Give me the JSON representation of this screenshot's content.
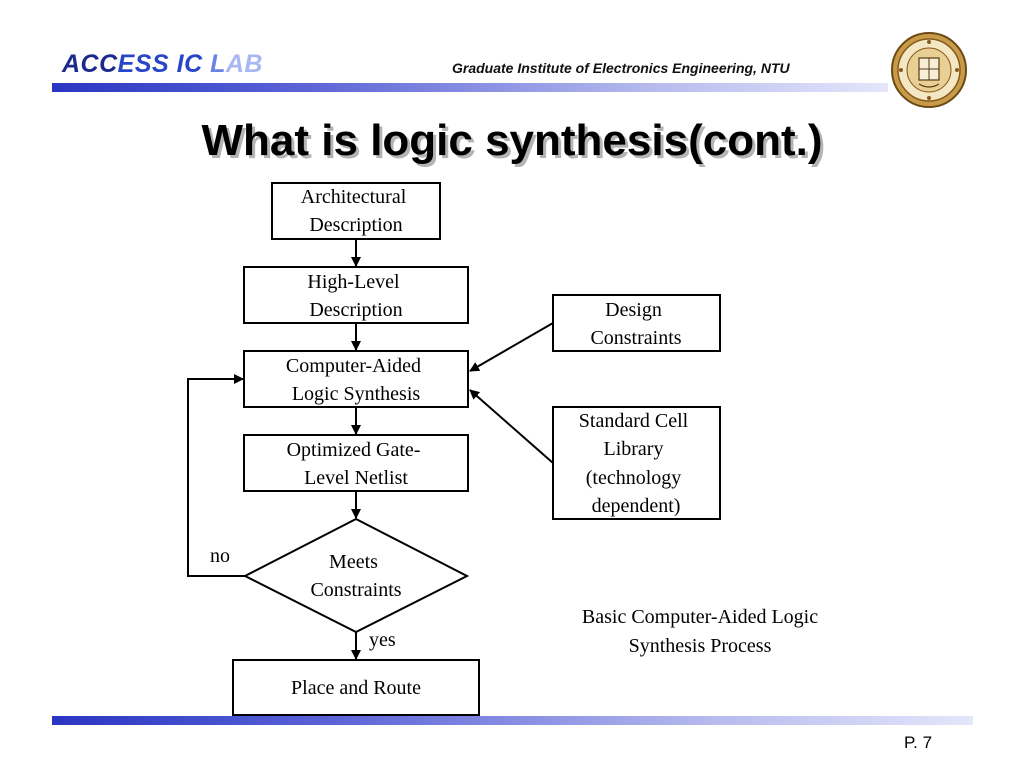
{
  "header": {
    "lab_logo": {
      "part1": "ACC",
      "part2": "ESS IC",
      "part3": " L",
      "part4": "AB"
    },
    "institute": "Graduate Institute of Electronics Engineering, NTU",
    "seal_icon": "university-seal-icon"
  },
  "slide": {
    "title": "What is logic synthesis(cont.)"
  },
  "flowchart": {
    "nodes": {
      "architectural": [
        "Architectural",
        "Description"
      ],
      "high_level": [
        "High-Level",
        "Description"
      ],
      "synthesis": [
        "Computer-Aided",
        "Logic Synthesis"
      ],
      "netlist": [
        "Optimized Gate-",
        "Level Netlist"
      ],
      "decision": [
        "Meets",
        "Constraints"
      ],
      "place_route": [
        "Place and Route"
      ],
      "design_constraints": [
        "Design",
        "Constraints"
      ],
      "cell_library": [
        "Standard Cell",
        "Library",
        "(technology",
        "dependent)"
      ]
    },
    "edge_labels": {
      "no": "no",
      "yes": "yes"
    },
    "caption": [
      "Basic Computer-Aided Logic",
      "Synthesis Process"
    ]
  },
  "footer": {
    "page": "P. 7"
  },
  "colors": {
    "bar_start": "#2a35c2",
    "bar_end": "#e4e6fa",
    "logo_blue": "#1c2a8c"
  }
}
